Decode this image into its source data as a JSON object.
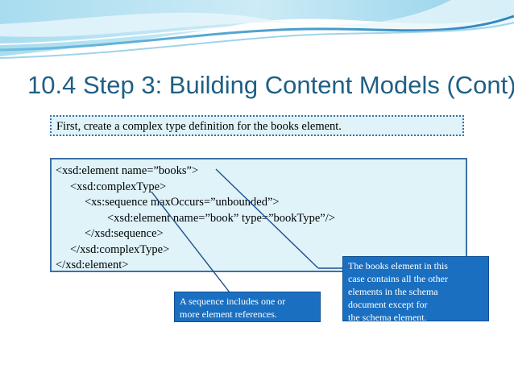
{
  "slide": {
    "title": "10.4 Step 3: Building Content Models (Cont)",
    "intro": "First, create a complex type definition for the books element.",
    "code_lines": [
      "<xsd:element name=”books”>",
      "<xsd:complexType>",
      "<xs:sequence maxOccurs=”unbounded”>",
      "<xsd:element name=”book” type=”bookType”/>",
      "</xsd:sequence>",
      "</xsd:complexType>",
      "</xsd:element>"
    ],
    "callouts": {
      "sequence": [
        "A sequence includes one or",
        "more element references."
      ],
      "books_element": [
        "The books element in this",
        "case contains all the other",
        "elements in the schema",
        "document except for",
        "the schema element."
      ]
    }
  },
  "colors": {
    "title": "#1f5f86",
    "box_fill": "#dff3f9",
    "box_border": "#3e6fa6",
    "callout_fill": "#1a6fc0",
    "wave_light": "#bfe4f2",
    "wave_dark": "#3a8fc2"
  }
}
